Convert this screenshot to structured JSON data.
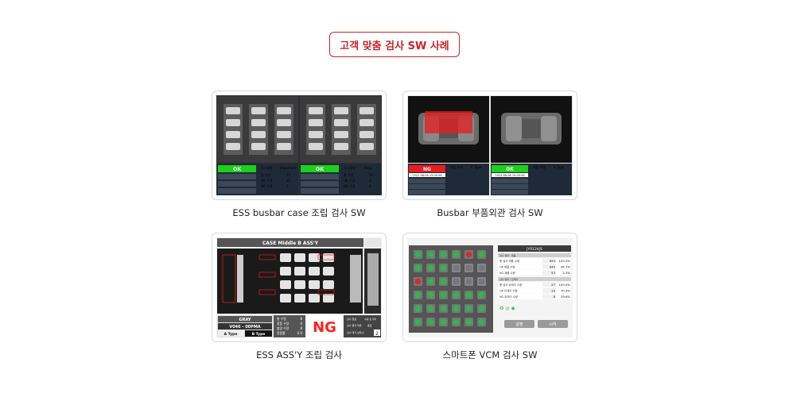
{
  "page": {
    "title": "고객 맞춤 검사 SW 사례"
  },
  "cards": [
    {
      "caption": "ESS busbar case 조립 검사 SW",
      "panels": [
        {
          "status": "OK",
          "col_label": "검사결과",
          "col_value": "Alignment",
          "rows": [
            {
              "label": "총 수량",
              "value": "17"
            },
            {
              "label": "OK 수량",
              "value": "16"
            },
            {
              "label": "NG 수량",
              "value": "1"
            }
          ]
        },
        {
          "status": "OK",
          "col_label": "검사결과",
          "col_value": "Assy",
          "rows": [
            {
              "label": "총 수량",
              "value": "22"
            },
            {
              "label": "OK 수량",
              "value": "3"
            },
            {
              "label": "NG 수량",
              "value": "4"
            }
          ]
        }
      ],
      "colors": {
        "ok": "#1bd11b",
        "panel_bg": "#1f2a38"
      }
    },
    {
      "caption": "Busbar 부품외관 검사 SW",
      "panels": [
        {
          "status": "NG",
          "stamp": "2022-08-08 15:00:56",
          "col_a": "제품 모델",
          "col_b": "V Type"
        },
        {
          "status": "OK",
          "stamp": "2022-08-08 15:00:56",
          "col_a": "제품 모델",
          "col_b": "V Type"
        }
      ],
      "colors": {
        "ok": "#1bd11b",
        "ng": "#e61e1e"
      }
    },
    {
      "caption": "ESS ASS'Y 조립 검사",
      "header": "CASE Middle B ASS'Y",
      "color_name": "GRAY",
      "model": "V046 - 00PMA",
      "type_a": "A Type",
      "type_b": "B Type",
      "stats": [
        {
          "label": "총 수량",
          "value": "8"
        },
        {
          "label": "정품 수량",
          "value": "0"
        },
        {
          "label": "불량 수량",
          "value": "8"
        },
        {
          "label": "정품률",
          "value": "0.0"
        }
      ],
      "result": "NG",
      "side_buttons": [
        "검사 완료",
        "수량 초기화",
        "검사 결과 화면",
        "종료",
        "검사 대기 상태 수",
        "2"
      ],
      "colors": {
        "ng": "#ff2020"
      }
    },
    {
      "caption": "스마트폰 VCM 검사 SW",
      "tray_title": "JY0124JS",
      "section1": "검사 결과 - 제품",
      "rows1": [
        {
          "label": "총 검사 제품 수량",
          "count": "993",
          "pct": "100.0%"
        },
        {
          "label": "OK 제품 수량",
          "count": "940",
          "pct": "94.7%"
        },
        {
          "label": "NG 제품 수량",
          "count": "53",
          "pct": "5.3%"
        }
      ],
      "section2": "검사 결과 - 트레이",
      "rows2": [
        {
          "label": "총 검사 트레이 수량",
          "count": "27",
          "pct": "100.0%"
        },
        {
          "label": "OK 트레이 수량",
          "count": "19",
          "pct": "70.4%"
        },
        {
          "label": "NG 트레이 수량",
          "count": "8",
          "pct": "29.6%"
        }
      ],
      "btn_setting": "설정",
      "btn_start": "시작",
      "grid": [
        [
          "g",
          "g",
          "g",
          "g",
          "r",
          "g"
        ],
        [
          "g",
          "g",
          "g",
          "p",
          "p",
          "p"
        ],
        [
          "r",
          "g",
          "g",
          "p",
          "p",
          "p"
        ],
        [
          "g",
          "g",
          "g",
          "g",
          "g",
          "g"
        ],
        [
          "g",
          "g",
          "g",
          "g",
          "g",
          "g"
        ],
        [
          "g",
          "g",
          "g",
          "g",
          "g",
          "g"
        ]
      ],
      "colors": {
        "good": "#2db84a",
        "bad": "#d92b2b",
        "empty": "#9a9ab8"
      }
    }
  ]
}
